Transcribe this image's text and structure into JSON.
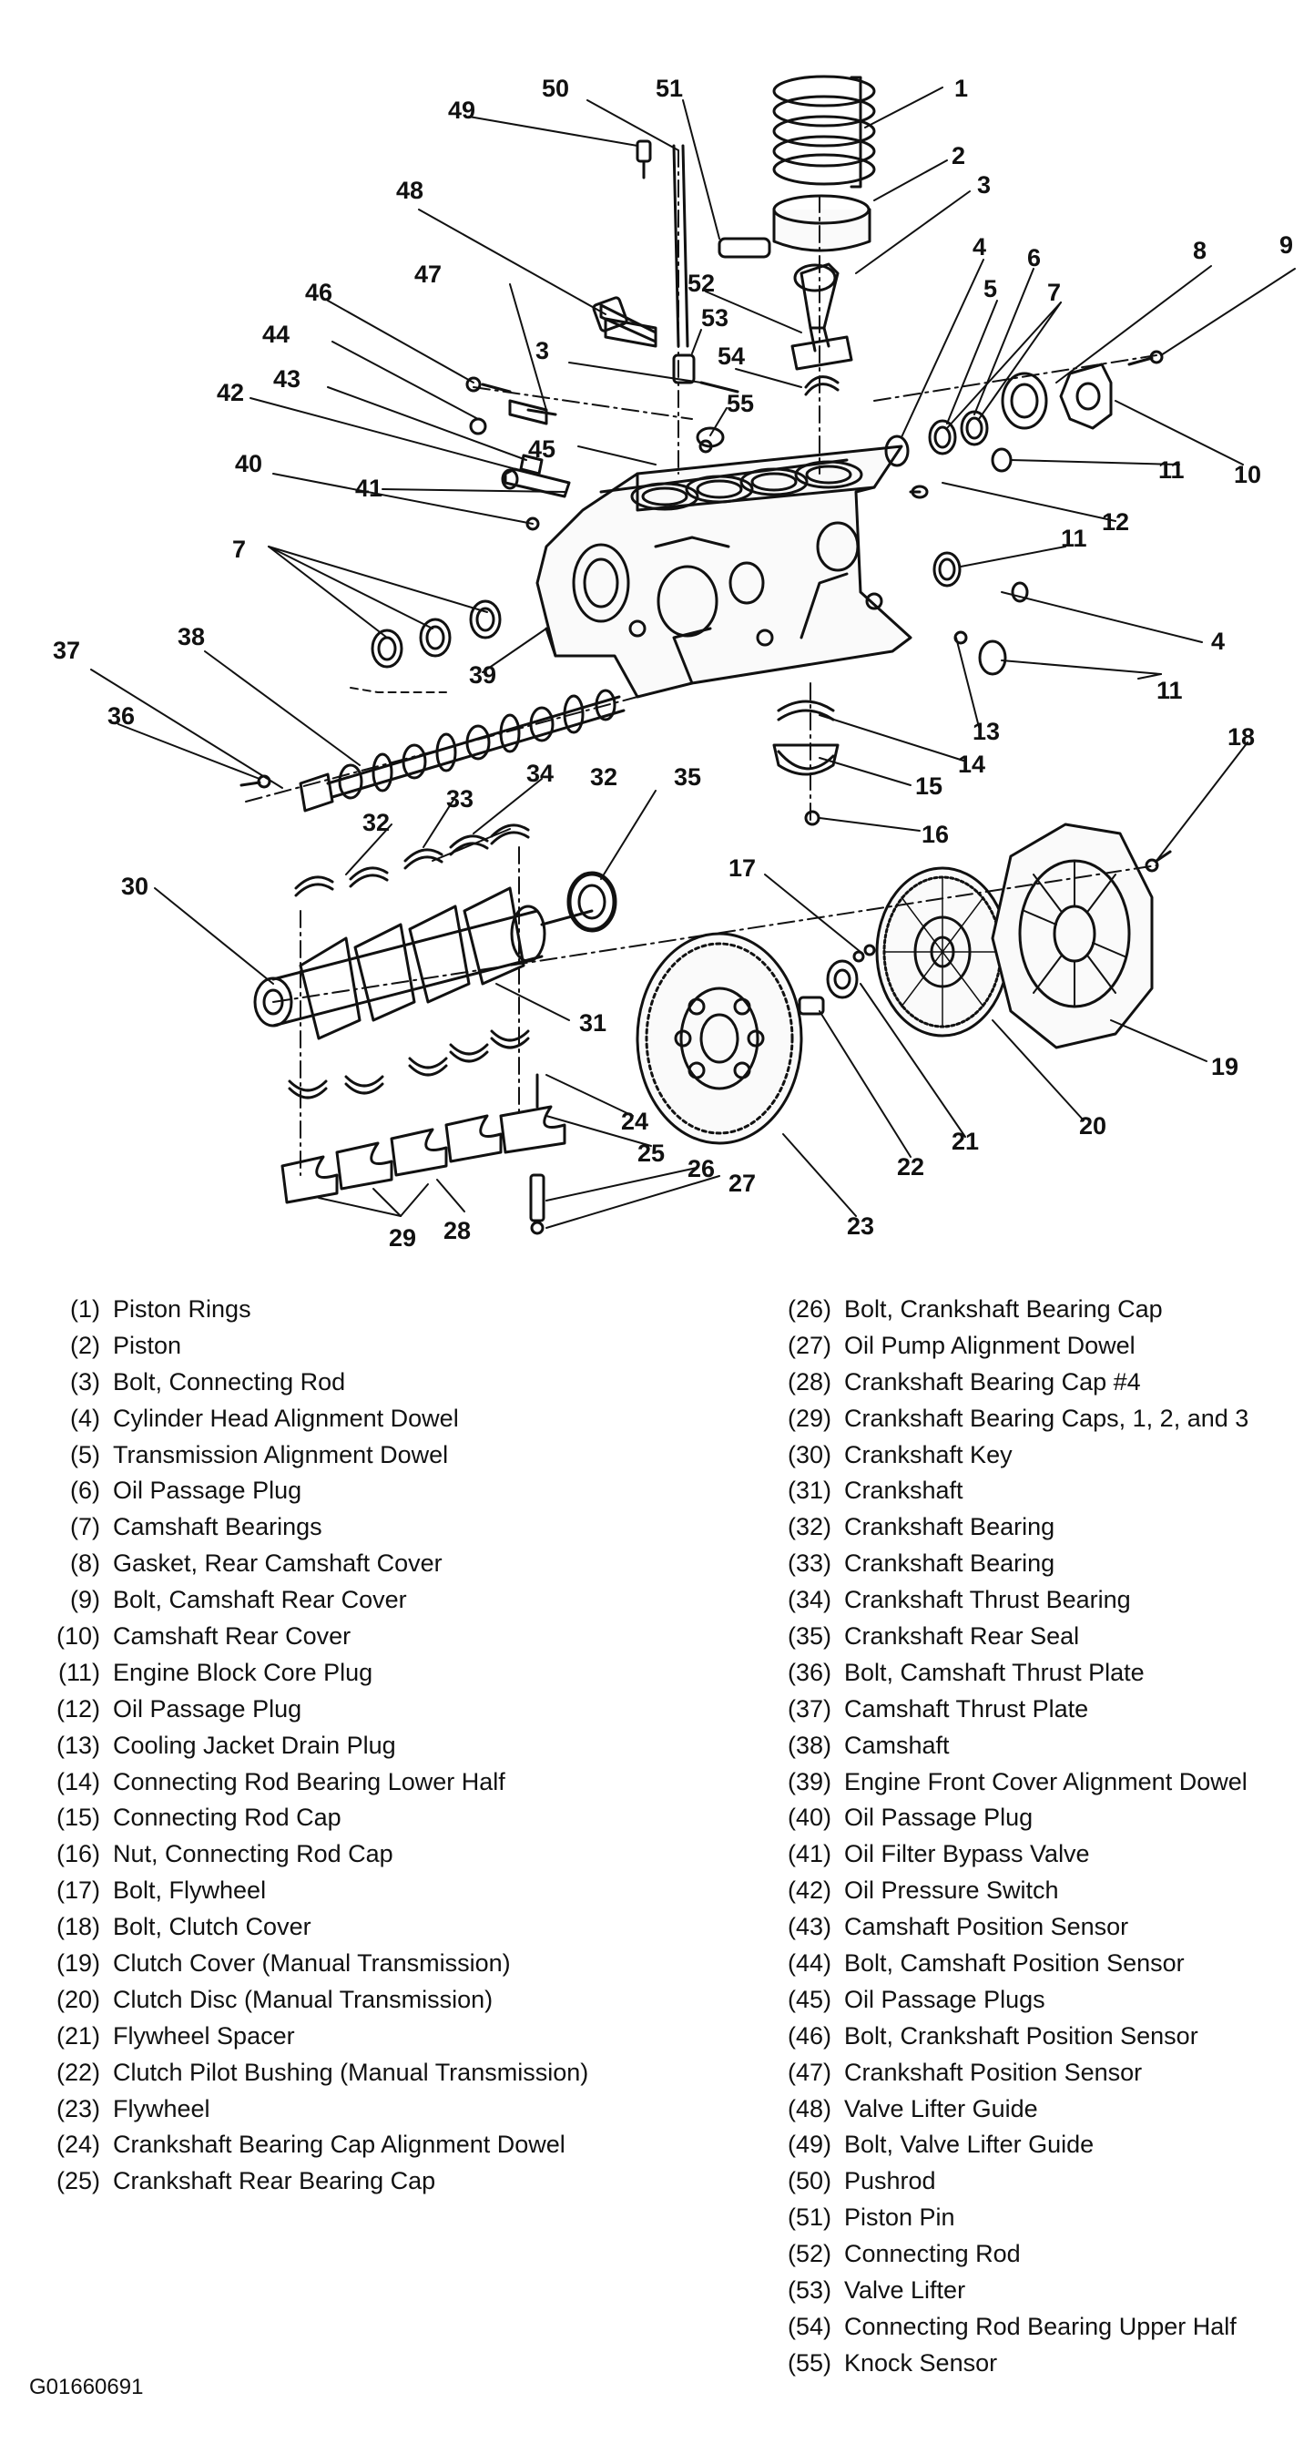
{
  "callouts": [
    "1",
    "2",
    "3",
    "3",
    "4",
    "4",
    "5",
    "6",
    "7",
    "7",
    "8",
    "9",
    "10",
    "11",
    "11",
    "11",
    "12",
    "13",
    "14",
    "15",
    "16",
    "17",
    "18",
    "19",
    "20",
    "21",
    "22",
    "23",
    "24",
    "25",
    "26",
    "27",
    "28",
    "29",
    "30",
    "31",
    "32",
    "32",
    "33",
    "34",
    "35",
    "36",
    "37",
    "38",
    "39",
    "40",
    "41",
    "42",
    "43",
    "44",
    "45",
    "46",
    "47",
    "48",
    "49",
    "50",
    "51",
    "52",
    "53",
    "54",
    "55"
  ],
  "legend_left": [
    {
      "num": "(1)",
      "label": "Piston Rings"
    },
    {
      "num": "(2)",
      "label": "Piston"
    },
    {
      "num": "(3)",
      "label": "Bolt, Connecting Rod"
    },
    {
      "num": "(4)",
      "label": "Cylinder Head Alignment Dowel"
    },
    {
      "num": "(5)",
      "label": "Transmission Alignment Dowel"
    },
    {
      "num": "(6)",
      "label": "Oil Passage Plug"
    },
    {
      "num": "(7)",
      "label": "Camshaft Bearings"
    },
    {
      "num": "(8)",
      "label": "Gasket, Rear Camshaft Cover"
    },
    {
      "num": "(9)",
      "label": "Bolt, Camshaft Rear Cover"
    },
    {
      "num": "(10)",
      "label": "Camshaft Rear Cover"
    },
    {
      "num": "(11)",
      "label": "Engine Block Core Plug"
    },
    {
      "num": "(12)",
      "label": "Oil Passage Plug"
    },
    {
      "num": "(13)",
      "label": "Cooling Jacket Drain Plug"
    },
    {
      "num": "(14)",
      "label": "Connecting Rod Bearing Lower Half"
    },
    {
      "num": "(15)",
      "label": "Connecting Rod Cap"
    },
    {
      "num": "(16)",
      "label": "Nut, Connecting Rod Cap"
    },
    {
      "num": "(17)",
      "label": "Bolt, Flywheel"
    },
    {
      "num": "(18)",
      "label": "Bolt, Clutch Cover"
    },
    {
      "num": "(19)",
      "label": "Clutch Cover (Manual Transmission)"
    },
    {
      "num": "(20)",
      "label": "Clutch Disc (Manual Transmission)"
    },
    {
      "num": "(21)",
      "label": "Flywheel Spacer"
    },
    {
      "num": "(22)",
      "label": "Clutch Pilot Bushing (Manual Transmission)"
    },
    {
      "num": "(23)",
      "label": "Flywheel"
    },
    {
      "num": "(24)",
      "label": "Crankshaft Bearing Cap Alignment Dowel"
    },
    {
      "num": "(25)",
      "label": "Crankshaft Rear Bearing Cap"
    }
  ],
  "legend_right": [
    {
      "num": "(26)",
      "label": "Bolt, Crankshaft Bearing Cap"
    },
    {
      "num": "(27)",
      "label": "Oil Pump Alignment Dowel"
    },
    {
      "num": "(28)",
      "label": "Crankshaft Bearing Cap #4"
    },
    {
      "num": "(29)",
      "label": "Crankshaft Bearing Caps, 1, 2, and 3"
    },
    {
      "num": "(30)",
      "label": "Crankshaft Key"
    },
    {
      "num": "(31)",
      "label": "Crankshaft"
    },
    {
      "num": "(32)",
      "label": "Crankshaft Bearing"
    },
    {
      "num": "(33)",
      "label": "Crankshaft Bearing"
    },
    {
      "num": "(34)",
      "label": "Crankshaft Thrust Bearing"
    },
    {
      "num": "(35)",
      "label": "Crankshaft Rear Seal"
    },
    {
      "num": "(36)",
      "label": "Bolt, Camshaft Thrust Plate"
    },
    {
      "num": "(37)",
      "label": "Camshaft Thrust Plate"
    },
    {
      "num": "(38)",
      "label": "Camshaft"
    },
    {
      "num": "(39)",
      "label": "Engine Front Cover Alignment Dowel"
    },
    {
      "num": "(40)",
      "label": "Oil Passage Plug"
    },
    {
      "num": "(41)",
      "label": "Oil Filter Bypass Valve"
    },
    {
      "num": "(42)",
      "label": "Oil Pressure Switch"
    },
    {
      "num": "(43)",
      "label": "Camshaft Position Sensor"
    },
    {
      "num": "(44)",
      "label": "Bolt, Camshaft Position Sensor"
    },
    {
      "num": "(45)",
      "label": "Oil Passage Plugs"
    },
    {
      "num": "(46)",
      "label": "Bolt, Crankshaft Position Sensor"
    },
    {
      "num": "(47)",
      "label": "Crankshaft Position Sensor"
    },
    {
      "num": "(48)",
      "label": "Valve Lifter Guide"
    },
    {
      "num": "(49)",
      "label": "Bolt, Valve Lifter Guide"
    },
    {
      "num": "(50)",
      "label": "Pushrod"
    },
    {
      "num": "(51)",
      "label": "Piston Pin"
    },
    {
      "num": "(52)",
      "label": "Connecting Rod"
    },
    {
      "num": "(53)",
      "label": "Valve Lifter"
    },
    {
      "num": "(54)",
      "label": "Connecting Rod Bearing Upper Half"
    },
    {
      "num": "(55)",
      "label": "Knock Sensor"
    }
  ],
  "figure_id": "G01660691"
}
